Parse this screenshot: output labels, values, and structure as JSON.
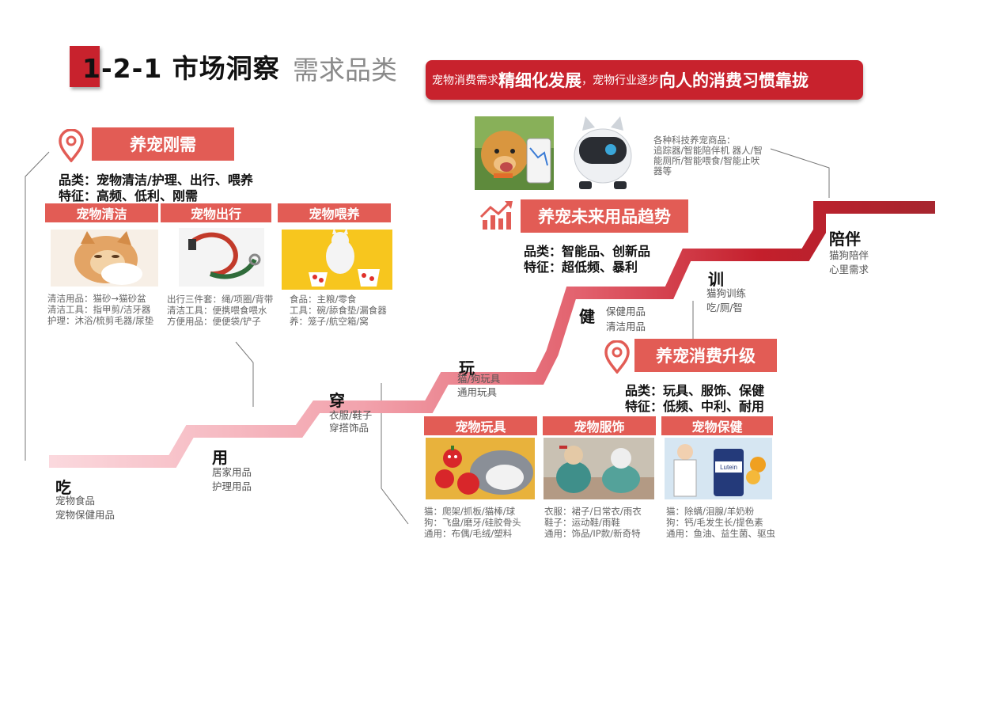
{
  "title": {
    "main": "1-2-1 市场洞察",
    "sub": "需求品类"
  },
  "banner": {
    "p1": "宠物消费需求",
    "p2": "精细化发展",
    "p3": "，宠物行业逐步",
    "p4": "向人的消费习惯靠拢"
  },
  "rigid": {
    "title": "养宠刚需",
    "category": "品类：宠物清洁/护理、出行、喂养",
    "feature": "特征：高频、低利、刚需",
    "cols": [
      {
        "tag": "宠物清洁",
        "lines": [
          "清洁用品：猫砂→猫砂盆",
          "清洁工具：指甲剪/洁牙器",
          "护理：沐浴/梳剪毛器/尿垫"
        ]
      },
      {
        "tag": "宠物出行",
        "lines": [
          "出行三件套：绳/项圈/背带",
          "清洁工具：便携喂食喂水",
          "方便用品：便便袋/铲子"
        ]
      },
      {
        "tag": "宠物喂养",
        "lines": [
          "食品：主粮/零食",
          "工具：碗/舔食垫/漏食器",
          "养：笼子/航空箱/窝"
        ]
      }
    ]
  },
  "future": {
    "title": "养宠未来用品趋势",
    "category": "品类：智能品、创新品",
    "feature": "特征：超低频、暴利",
    "tech_note": [
      "各种科技养宠商品：",
      "追踪器/智能陪伴机 器人/智",
      "能厕所/智能喂食/智能止吠",
      "器等"
    ]
  },
  "upgrade": {
    "title": "养宠消费升级",
    "category": "品类：玩具、服饰、保健",
    "feature": "特征：低频、中利、耐用",
    "cols": [
      {
        "tag": "宠物玩具",
        "lines": [
          "猫：爬架/抓板/猫棒/球",
          "狗：飞盘/磨牙/硅胶骨头",
          "通用：布偶/毛绒/塑料"
        ]
      },
      {
        "tag": "宠物服饰",
        "lines": [
          "衣服：裙子/日常衣/雨衣",
          "鞋子：运动鞋/雨鞋",
          "通用：饰品/IP款/新奇特"
        ]
      },
      {
        "tag": "宠物保健",
        "lines": [
          "猫：除螨/泪腺/羊奶粉",
          "狗：钙/毛发生长/提色素",
          "通用：鱼油、益生菌、驱虫"
        ]
      }
    ]
  },
  "steps": [
    {
      "title": "吃",
      "desc": [
        "宠物食品",
        "宠物保健用品"
      ]
    },
    {
      "title": "用",
      "desc": [
        "居家用品",
        "护理用品"
      ]
    },
    {
      "title": "穿",
      "desc": [
        "衣服/鞋子",
        "穿搭饰品"
      ]
    },
    {
      "title": "玩",
      "desc": [
        "猫/狗玩具",
        "通用玩具"
      ]
    },
    {
      "title": "健",
      "desc": [
        "保健用品",
        "清洁用品"
      ]
    },
    {
      "title": "训",
      "desc": [
        "猫狗训练",
        "吃/厕/智"
      ]
    },
    {
      "title": "陪伴",
      "desc": [
        "猫狗陪伴",
        "心里需求"
      ]
    }
  ],
  "photo_text": {
    "lutein": "Lutein"
  },
  "colors": {
    "accent": "#c8222d",
    "tag": "#e25c55"
  }
}
